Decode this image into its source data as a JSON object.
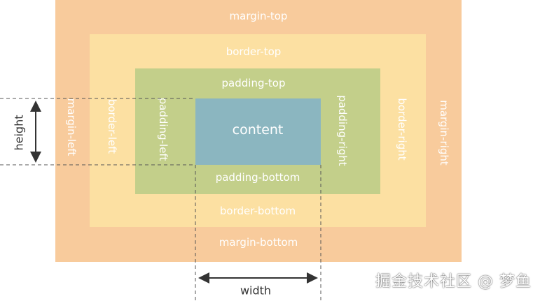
{
  "labels": {
    "margin_top": "margin-top",
    "margin_left": "margin-left",
    "margin_right": "margin-right",
    "margin_bottom": "margin-bottom",
    "border_top": "border-top",
    "border_left": "border-left",
    "border_right": "border-right",
    "border_bottom": "border-bottom",
    "padding_top": "padding-top",
    "padding_left": "padding-left",
    "padding_right": "padding-right",
    "padding_bottom": "padding-bottom",
    "content": "content",
    "height": "height",
    "width": "width"
  },
  "watermark": "掘金技术社区 @ 梦鱼",
  "colors": {
    "margin": "#f8cb9c",
    "border": "#fce0a2",
    "padding": "#c3cf8a",
    "content": "#8bb6c0",
    "label_text": "#ffffff",
    "guide": "#333333"
  }
}
